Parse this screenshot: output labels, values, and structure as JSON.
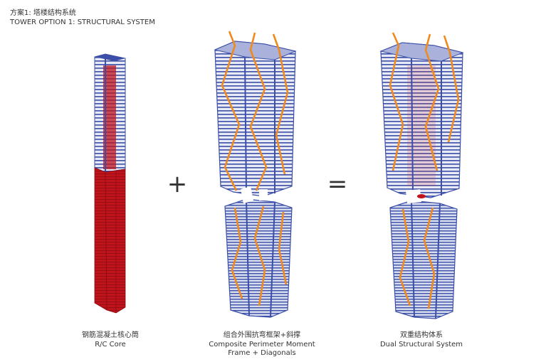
{
  "title": {
    "cn": "方案1: 塔楼结构系统",
    "en": "TOWER OPTION 1: STRUCTURAL SYSTEM"
  },
  "operators": {
    "plus": "+",
    "equals": "="
  },
  "panels": [
    {
      "cn": "钢筋混凝土核心筒",
      "en": "R/C Core"
    },
    {
      "cn": "组合外围抗弯框架+斜撑",
      "en": "Composite Perimeter Moment",
      "en2": "Frame + Diagonals"
    },
    {
      "cn": "双重结构体系",
      "en": "Dual Structural System"
    }
  ],
  "colors": {
    "frame_blue": "#3b4fa8",
    "frame_light": "#c9cde8",
    "core_red": "#c0141c",
    "diagonal_orange": "#f08a1c"
  }
}
